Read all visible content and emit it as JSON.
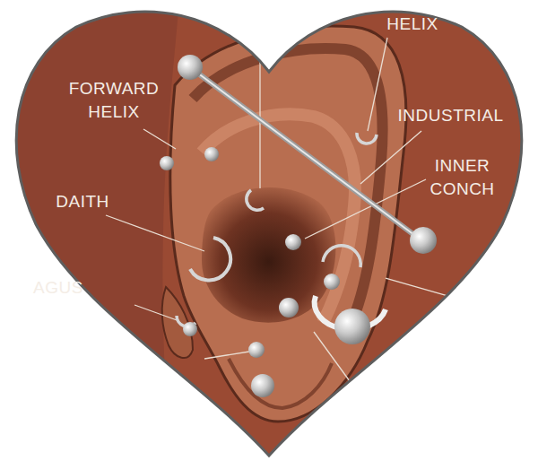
{
  "diagram": {
    "labels": [
      "HELIX",
      "FORWARD HELIX",
      "INDUSTRIAL",
      "INNER CONCH",
      "DAITH",
      "AGUS"
    ]
  }
}
